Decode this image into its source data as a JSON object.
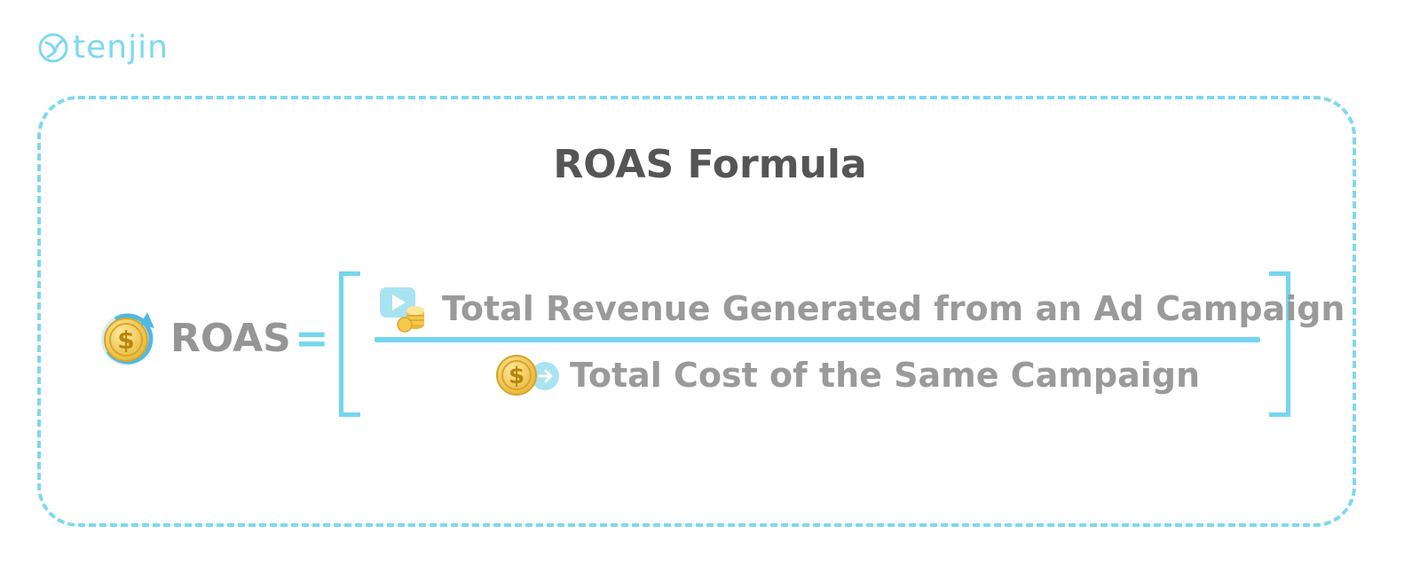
{
  "brand": {
    "name": "tenjin",
    "icon": "tenjin-logo-icon"
  },
  "title": "ROAS Formula",
  "formula": {
    "lhs_label": "ROAS",
    "lhs_icon": "coin-refresh-icon",
    "operator": "=",
    "numerator": {
      "text": "Total Revenue Generated from an Ad Campaign",
      "icon": "video-coins-icon"
    },
    "denominator": {
      "text": "Total Cost of the Same Campaign",
      "icon": "coin-arrow-icon"
    }
  },
  "colors": {
    "accent": "#74d6ef",
    "title": "#555555",
    "text": "#9a9a9a",
    "coin": "#f2c94c"
  }
}
